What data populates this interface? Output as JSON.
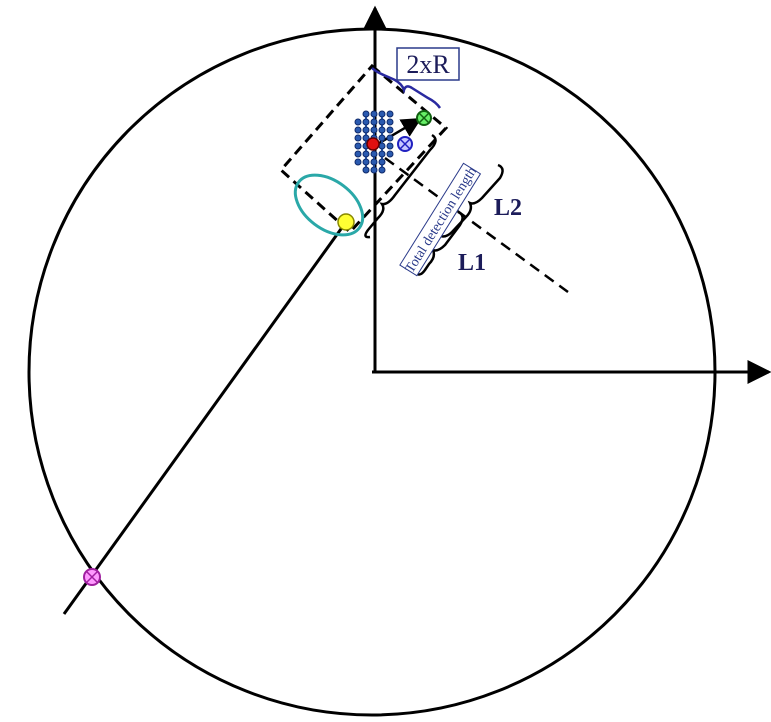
{
  "labels": {
    "two_r": "2xR",
    "l2": "L2",
    "l1": "L1",
    "total_detection_length": "Total detection length"
  },
  "colors": {
    "line": "#000000",
    "label_text": "#1c1c5a",
    "bracket_blue": "#2a2aa0",
    "label_box_border": "#2a3a8a",
    "ellipse": "#2aa8a8",
    "sensor_dot": "#2a5ab0",
    "red_marker": "#e01010",
    "blue_marker": "#4a4af0",
    "green_marker": "#44dd44",
    "yellow_marker": "#ffff33",
    "magenta_marker": "#ff66ff"
  },
  "markers": [
    "red-marker",
    "blue-crossed-marker",
    "green-crossed-marker",
    "yellow-marker",
    "magenta-crossed-marker"
  ]
}
